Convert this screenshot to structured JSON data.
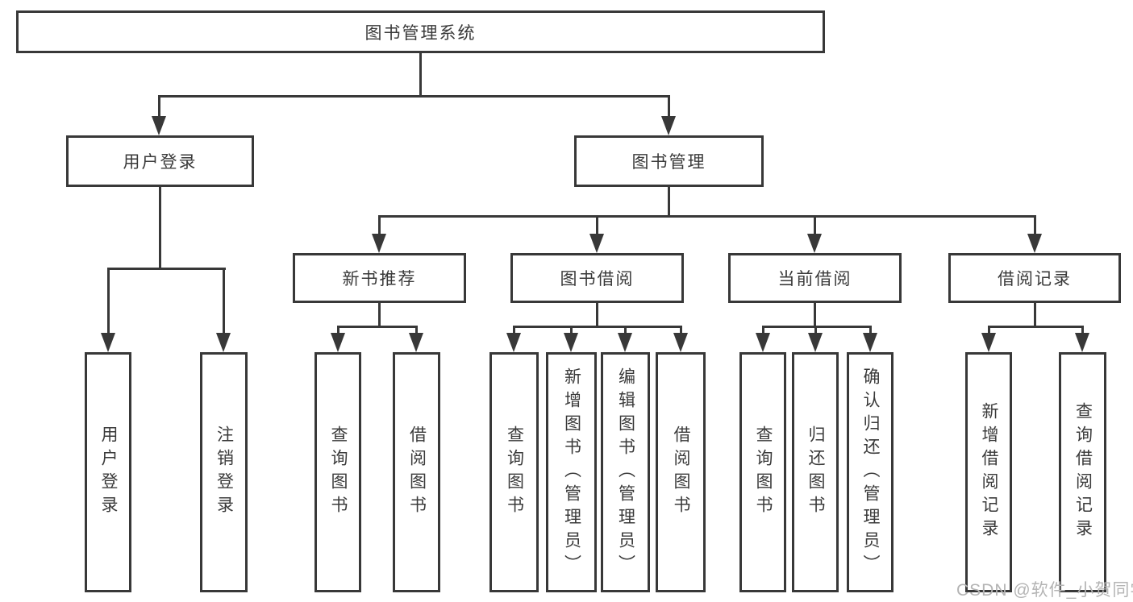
{
  "colors": {
    "line": "#383838",
    "text": "#3a3a3a",
    "watermark": "#b4b4b4",
    "background": "#ffffff"
  },
  "watermark": {
    "text": "CSDN @软件_小贺同学"
  },
  "tree": {
    "root": {
      "label": "图书管理系统"
    },
    "branches": [
      {
        "label": "用户登录",
        "leaves": [
          {
            "label": "用户登录"
          },
          {
            "label": "注销登录"
          }
        ]
      },
      {
        "label": "图书管理",
        "groups": [
          {
            "label": "新书推荐",
            "leaves": [
              {
                "label": "查询图书"
              },
              {
                "label": "借阅图书"
              }
            ]
          },
          {
            "label": "图书借阅",
            "leaves": [
              {
                "label": "查询图书"
              },
              {
                "label": "新增图书（管理员）"
              },
              {
                "label": "编辑图书（管理员）"
              },
              {
                "label": "借阅图书"
              }
            ]
          },
          {
            "label": "当前借阅",
            "leaves": [
              {
                "label": "查询图书"
              },
              {
                "label": "归还图书"
              },
              {
                "label": "确认归还（管理员）"
              }
            ]
          },
          {
            "label": "借阅记录",
            "leaves": [
              {
                "label": "新增借阅记录"
              },
              {
                "label": "查询借阅记录"
              }
            ]
          }
        ]
      }
    ]
  }
}
